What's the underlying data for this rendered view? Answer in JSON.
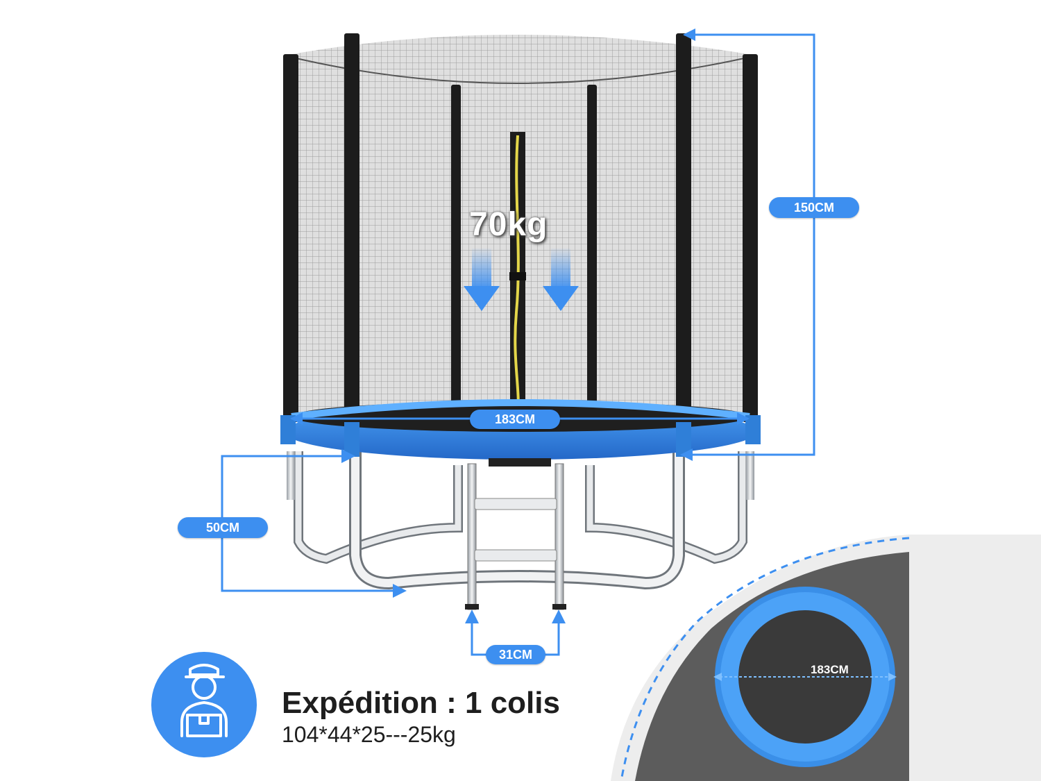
{
  "product": {
    "max_weight": "70kg",
    "dimensions": {
      "height": "150CM",
      "diameter": "183CM",
      "leg_height": "50CM",
      "ladder_width": "31CM",
      "mat_diameter": "183CM"
    }
  },
  "shipping": {
    "title": "Expédition : 1 colis",
    "package": "104*44*25---25kg",
    "icon": "delivery-person-icon"
  },
  "colors": {
    "accent": "#3d8ff0",
    "pad": "#2f7fd8",
    "frame": "#c9cdd2",
    "pole": "#1c1c1c",
    "mat": "#3a3a3a"
  }
}
